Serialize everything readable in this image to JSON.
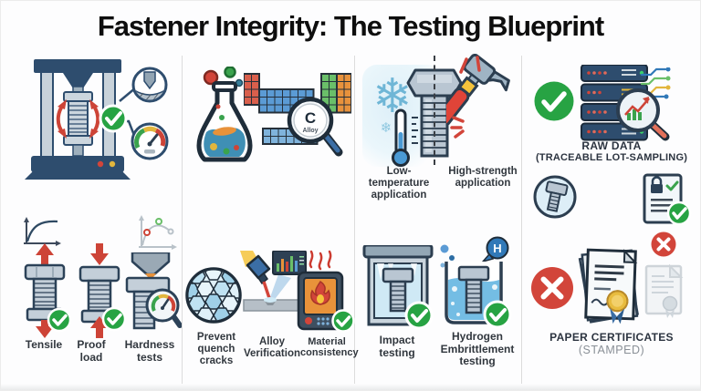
{
  "title": "Fastener Integrity: The Testing Blueprint",
  "icons": {
    "snowflake_glyph": "❄"
  },
  "colors": {
    "check_green": "#27a343",
    "error_red": "#d2453a",
    "navy": "#2e4d6e",
    "outline_dark": "#2c3e50",
    "steel": "#b9c6d2",
    "accent_blue": "#5b9bd5",
    "liquid_blue": "#74bde4",
    "flame_orange": "#e8923a",
    "divider_gray": "#dcdcdc"
  },
  "sections": [
    {
      "id": "mechanical-testing",
      "labels": [
        "Tensile",
        "Proof load",
        "Hardness tests"
      ]
    },
    {
      "id": "material-analysis",
      "magnifier": {
        "symbol": "C",
        "caption": "Alloy"
      },
      "labels": [
        "Prevent quench cracks",
        "Alloy Verification",
        "Material consistency"
      ]
    },
    {
      "id": "application-testing",
      "top_labels": [
        "Low-temperature application",
        "High-strength application"
      ],
      "bubble": "H",
      "bottom_labels": [
        "Impact testing",
        "Hydrogen Embrittlement testing"
      ]
    },
    {
      "id": "data-documentation",
      "raw_data_label": "RAW DATA",
      "raw_data_sublabel": "(TRACEABLE LOT-SAMPLING)",
      "certificates_label": "PAPER CERTIFICATES",
      "certificates_sublabel": "(STAMPED)"
    }
  ]
}
